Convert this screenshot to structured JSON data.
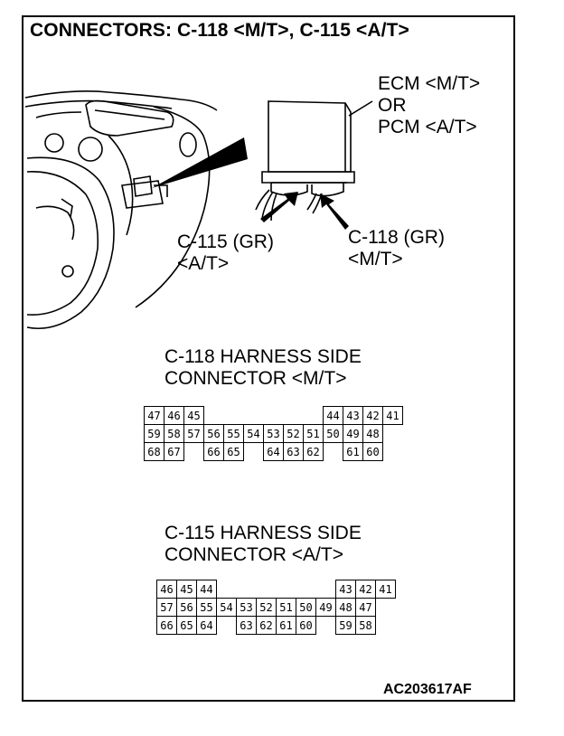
{
  "title": "CONNECTORS: C-118 <M/T>, C-115 <A/T>",
  "unit_label": [
    "ECM <M/T>",
    "OR",
    "PCM <A/T>"
  ],
  "c115_callout": [
    "C-115 (GR)",
    "<A/T>"
  ],
  "c118_callout": [
    "C-118 (GR)",
    "<M/T>"
  ],
  "c118_heading": [
    "C-118 HARNESS SIDE",
    "CONNECTOR <M/T>"
  ],
  "c115_heading": [
    "C-115 HARNESS SIDE",
    "CONNECTOR <A/T>"
  ],
  "c118_rows": [
    [
      "47",
      "46",
      "45",
      "",
      "",
      "",
      "",
      "",
      "",
      "44",
      "43",
      "42",
      "41"
    ],
    [
      "59",
      "58",
      "57",
      "56",
      "55",
      "54",
      "53",
      "52",
      "51",
      "50",
      "49",
      "48"
    ],
    [
      "68",
      "67",
      "",
      "66",
      "65",
      "",
      "64",
      "63",
      "62",
      "",
      "61",
      "60"
    ]
  ],
  "c115_rows": [
    [
      "46",
      "45",
      "44",
      "",
      "",
      "",
      "",
      "",
      "",
      "43",
      "42",
      "41"
    ],
    [
      "57",
      "56",
      "55",
      "54",
      "53",
      "52",
      "51",
      "50",
      "49",
      "48",
      "47"
    ],
    [
      "66",
      "65",
      "64",
      "",
      "63",
      "62",
      "61",
      "60",
      "",
      "59",
      "58"
    ]
  ],
  "reference_code": "AC203617AF"
}
